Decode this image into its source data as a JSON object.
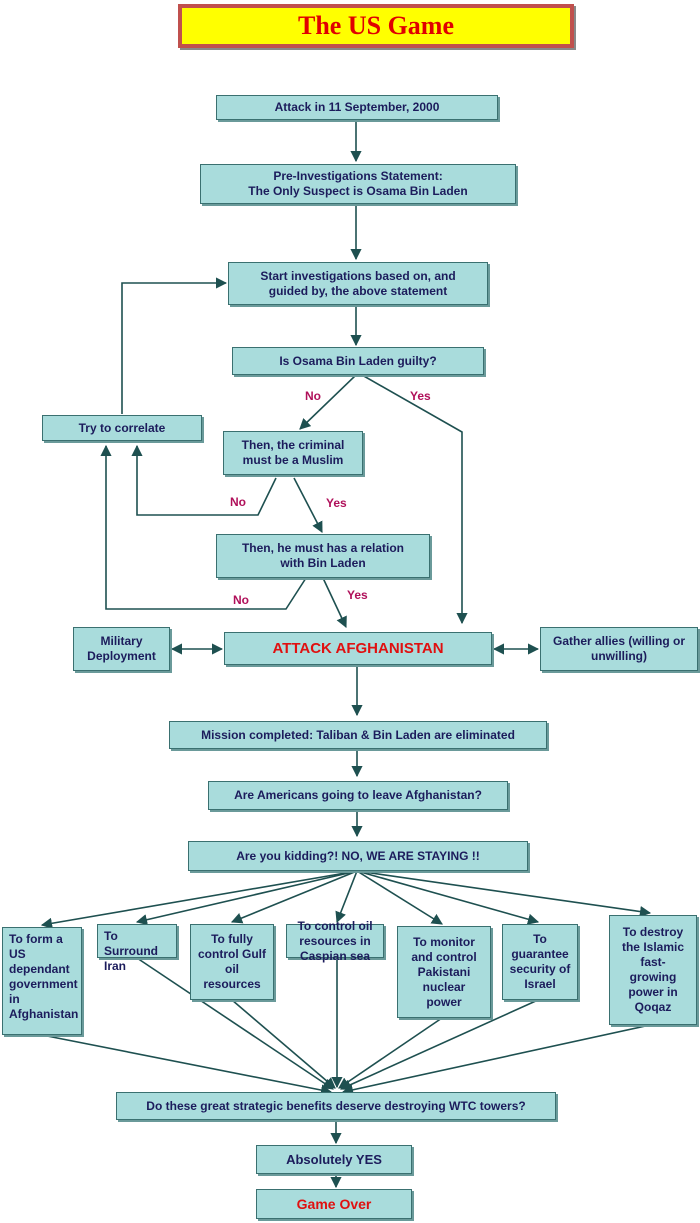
{
  "title": "The US Game",
  "nodes": {
    "attack": "Attack in 11 September, 2000",
    "pre_statement": "Pre-Investigations Statement:\nThe Only Suspect is Osama Bin Laden",
    "start_investigations": "Start investigations based on, and\nguided by, the above statement",
    "is_guilty": "Is Osama Bin Laden guilty?",
    "try_correlate": "Try to correlate",
    "criminal_muslim": "Then, the criminal\nmust be a Muslim",
    "relation": "Then, he must has a relation\nwith Bin Laden",
    "military": "Military\nDeployment",
    "attack_afghanistan": "ATTACK AFGHANISTAN",
    "gather_allies": "Gather allies (willing or\nunwilling)",
    "mission": "Mission completed: Taliban & Bin Laden are eliminated",
    "leave": "Are Americans going to leave Afghanistan?",
    "kidding": "Are you kidding?!     NO, WE ARE STAYING !!",
    "benefit_1": "To form a\nUS\ndependant\ngovernment\nin\nAfghanistan",
    "benefit_2": "To\nSurround\nIran",
    "benefit_3": "To fully\ncontrol Gulf\noil\nresources",
    "benefit_4": "To control oil\nresources in\nCaspian sea",
    "benefit_5": "To monitor\nand control\nPakistani\nnuclear\npower",
    "benefit_6": "To\nguarantee\nsecurity of\nIsrael",
    "benefit_7": "To destroy\nthe Islamic\nfast-\ngrowing\npower in\nQoqaz",
    "deserve": "Do these great strategic benefits deserve destroying WTC towers?",
    "absolutely": "Absolutely YES",
    "game_over": "Game Over"
  },
  "edge_labels": {
    "no_1": "No",
    "yes_1": "Yes",
    "no_2": "No",
    "yes_2": "Yes",
    "no_3": "No",
    "yes_3": "Yes"
  }
}
